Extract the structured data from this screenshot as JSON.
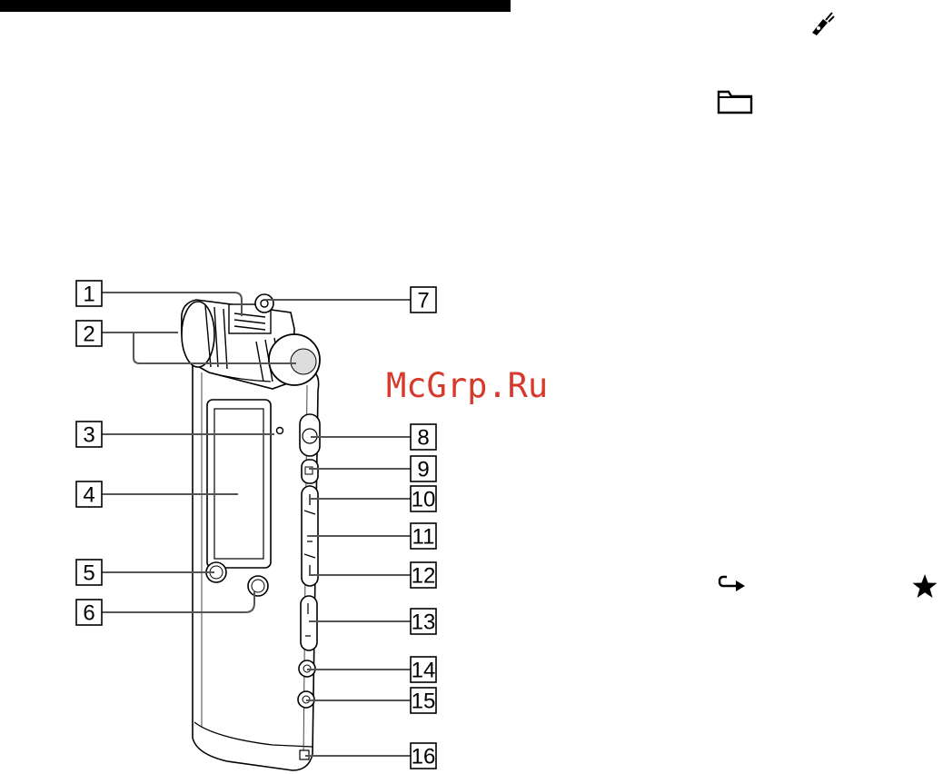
{
  "watermark": "McGrp.Ru",
  "callouts": [
    "1",
    "2",
    "3",
    "4",
    "5",
    "6",
    "7",
    "8",
    "9",
    "10",
    "11",
    "12",
    "13",
    "14",
    "15",
    "16"
  ],
  "icons": {
    "top_right": "pen-nib-icon",
    "folder": "folder-icon",
    "repeat": "repeat-arrow-icon",
    "star": "star-icon"
  },
  "colors": {
    "watermark": "#d63a2c",
    "ink": "#000000",
    "leader": "#555555"
  }
}
